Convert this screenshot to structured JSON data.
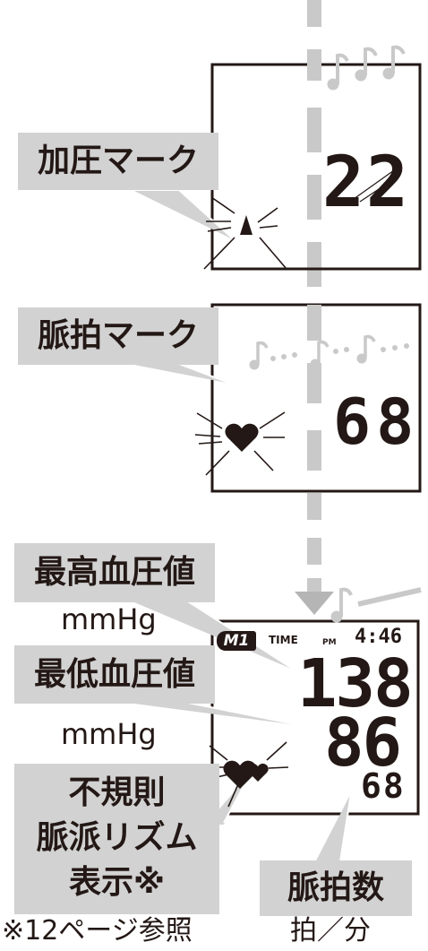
{
  "labels": {
    "pressurize_mark": "加圧マーク",
    "pulse_mark": "脈拍マーク",
    "systolic": "最高血圧値",
    "systolic_unit": "mmHg",
    "diastolic": "最低血圧値",
    "diastolic_unit": "mmHg",
    "irregular_line1": "不規則",
    "irregular_line2": "脈派リズム",
    "irregular_line3": "表示※",
    "pulse_rate": "脈拍数",
    "pulse_rate_unit": "拍／分",
    "footnote": "※12ページ参照"
  },
  "screens": {
    "pressurize": {
      "value": "22",
      "icon": "pressurize-arrow-icon"
    },
    "pulse": {
      "value": "68",
      "icon": "heart-icon"
    },
    "result": {
      "memory": "M1",
      "time_label": "TIME",
      "ampm": "PM",
      "time": "4:46",
      "systolic": "138",
      "diastolic": "86",
      "pulse": "68",
      "icon": "double-heart-icon"
    }
  },
  "colors": {
    "label_bg": "#d2d2d2",
    "ink": "#231815",
    "dash": "#c9c9c9"
  }
}
